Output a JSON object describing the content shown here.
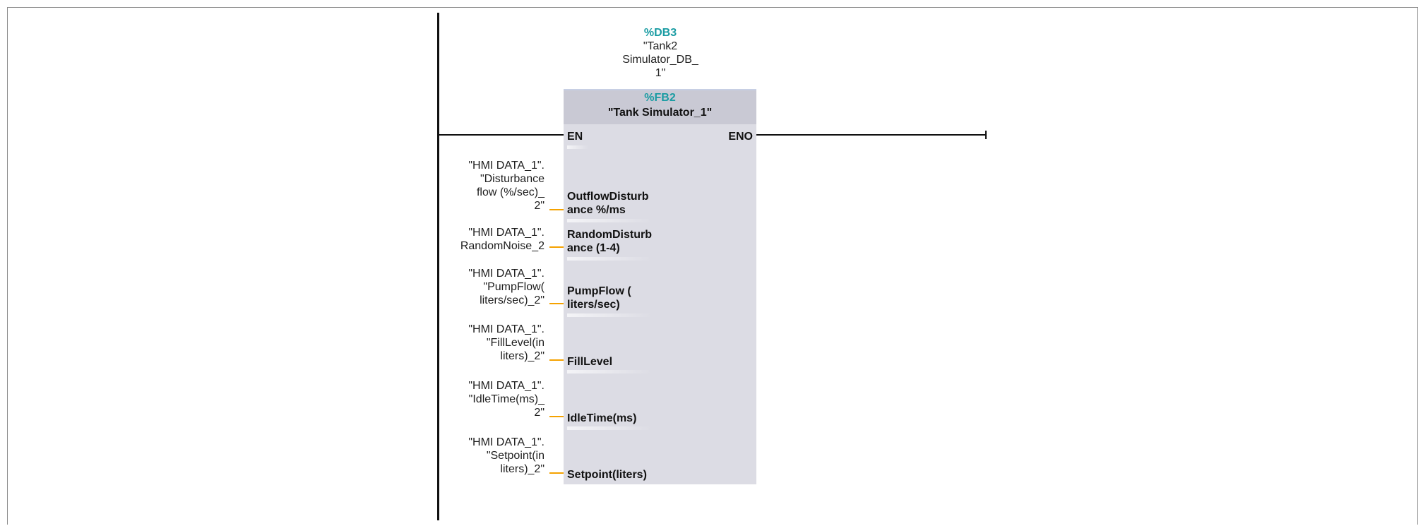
{
  "instance_db": {
    "address": "%DB3",
    "name_lines": [
      "\"Tank2",
      "Simulator_DB_",
      "1\""
    ]
  },
  "block": {
    "address": "%FB2",
    "title": "\"Tank Simulator_1\"",
    "en_label": "EN",
    "eno_label": "ENO",
    "inputs": [
      {
        "pin_lines": [
          "OutflowDisturb",
          "ance %/ms"
        ],
        "operand_lines": [
          "\"HMI DATA_1\".",
          "\"Disturbance",
          "flow (%/sec)_",
          "2\""
        ]
      },
      {
        "pin_lines": [
          "RandomDisturb",
          "ance (1-4)"
        ],
        "operand_lines": [
          "\"HMI DATA_1\".",
          "RandomNoise_2"
        ]
      },
      {
        "pin_lines": [
          "PumpFlow (",
          "liters/sec)"
        ],
        "operand_lines": [
          "\"HMI DATA_1\".",
          "\"PumpFlow(",
          "liters/sec)_2\""
        ]
      },
      {
        "pin_lines": [
          "FillLevel"
        ],
        "operand_lines": [
          "\"HMI DATA_1\".",
          "\"FillLevel(in",
          "liters)_2\""
        ]
      },
      {
        "pin_lines": [
          "IdleTime(ms)"
        ],
        "operand_lines": [
          "\"HMI DATA_1\".",
          "\"IdleTime(ms)_",
          "2\""
        ]
      },
      {
        "pin_lines": [
          "Setpoint(liters)"
        ],
        "operand_lines": [
          "\"HMI DATA_1\".",
          "\"Setpoint(in",
          "liters)_2\""
        ]
      }
    ]
  },
  "colors": {
    "address": "#1a9ca3",
    "block_body": "#dcdce4",
    "block_header": "#c9c9d4",
    "input_wire": "#f5a200"
  }
}
